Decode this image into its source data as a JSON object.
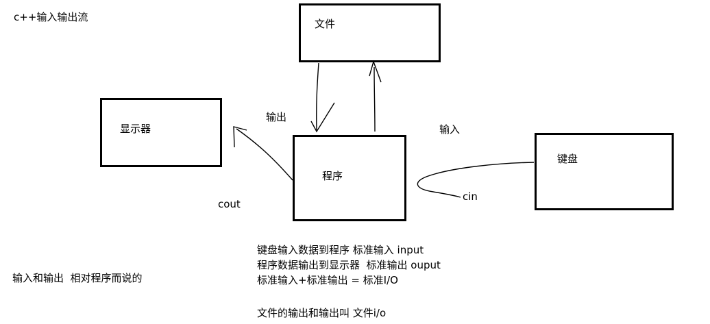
{
  "heading": "c++输入输出流",
  "boxes": {
    "file": "文件",
    "display": "显示器",
    "program": "程序",
    "keyboard": "键盘"
  },
  "labels": {
    "output": "输出",
    "input": "输入",
    "cout": "cout",
    "cin": "cin"
  },
  "notes": [
    "键盘输入数据到程序 标准输入 input",
    "程序数据输出到显示器  标准输出 ouput",
    "标准输入+标准输出 = 标准I/O",
    "文件的输出和输出叫 文件i/o"
  ],
  "side_note": "输入和输出  相对程序而说的",
  "colors": {
    "ink": "#000000",
    "background": "#ffffff"
  }
}
